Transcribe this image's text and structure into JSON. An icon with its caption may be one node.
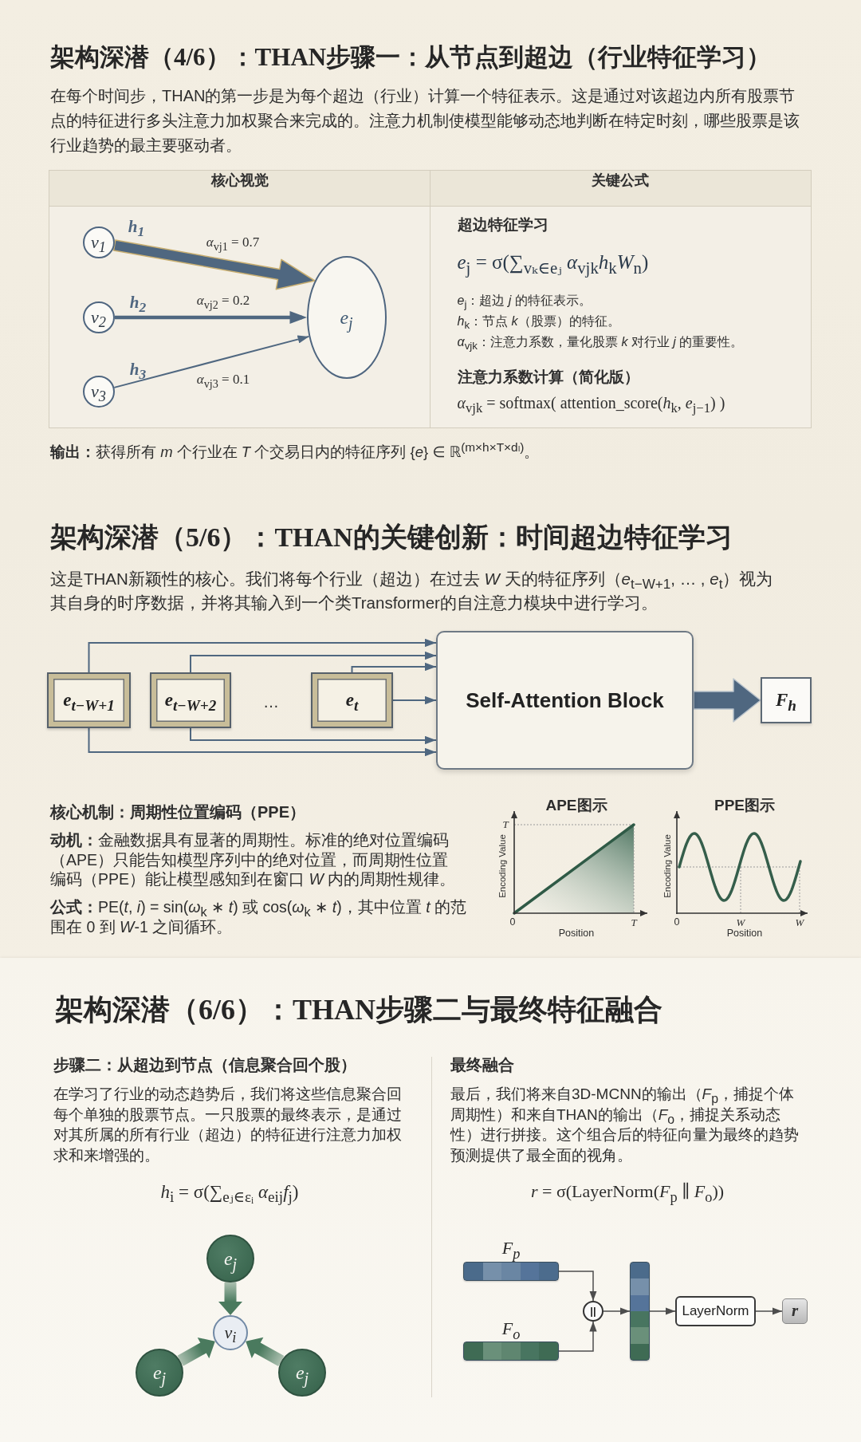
{
  "diagram": {
    "nodes": [
      {
        "text": [
          "核心视觉"
        ]
      },
      {
        "text": [
          "v$_{1}$"
        ],
        "in": 0,
        "beside": [
          "h$_{1}$"
        ]
      },
      {
        "text": [
          "v$_{2}$"
        ],
        "in": 0,
        "beside": [
          "h$_{2}$"
        ]
      },
      {
        "text": [
          "v$_{3}$"
        ],
        "in": 0,
        "beside": [
          "h$_{3}$"
        ]
      },
      {
        "text": [
          "e$_{j}$"
        ],
        "in": 0
      },
      {
        "text": [
          "关键公式",
          "超边特征学习",
          "*e*$_{j}$ = σ(∑$_{vₖ∈eⱼ}$ *α*$_{vjk}$*h*$_{k}$*W*$_{n}$)",
          "*e*$_{j}$：超边 *j* 的特征表示。",
          "*h*$_{k}$：节点 *k*（股票）的特征。",
          "*α*$_{vjk}$：注意力系数，量化股票 *k* 对行业 *j* 的重要性。",
          "注意力系数计算（简化版）",
          "*α*$_{vjk}$ = softmax( attention_score(*h*$_{k}$, *e*$_{j−1}$) )"
        ]
      },
      {
        "text": [
          "e$_{t−W+1}$"
        ]
      },
      {
        "text": [
          "e$_{t−W+2}$"
        ]
      },
      {
        "text": [
          "e$_{t}$"
        ]
      },
      {
        "text": [
          "Self-Attention Block"
        ]
      },
      {
        "text": [
          "F$_{h}$"
        ]
      },
      {
        "text": [
          "e$_{j}$"
        ]
      },
      {
        "text": [
          "v$_{i}$"
        ]
      },
      {
        "text": [
          "e$_{j}$"
        ]
      },
      {
        "text": [
          "e$_{j}$"
        ]
      },
      {
        "text": [],
        "shape": "bar",
        "beside": [
          "F$_{p}$"
        ]
      },
      {
        "text": [],
        "shape": "bar",
        "beside": [
          "F$_{o}$"
        ]
      },
      {
        "text": [
          "||"
        ]
      },
      {
        "text": [],
        "shape": "bar"
      },
      {
        "text": [
          "LayerNorm"
        ]
      },
      {
        "text": [
          "r"
        ]
      }
    ],
    "edges": [
      {
        "from": 1,
        "to": 4,
        "arrow": "to",
        "label": "*α*$_{vj1}$ = 0.7",
        "style": "thick"
      },
      {
        "from": 2,
        "to": 4,
        "arrow": "to",
        "label": "*α*$_{vj2}$ = 0.2"
      },
      {
        "from": 3,
        "to": 4,
        "arrow": "to",
        "label": "*α*$_{vj3}$ = 0.1"
      },
      {
        "from": 6,
        "to": 9,
        "arrow": "to"
      },
      {
        "from": 6,
        "to": 9,
        "arrow": "to"
      },
      {
        "from": 7,
        "to": 9,
        "arrow": "to"
      },
      {
        "from": 7,
        "to": 9,
        "arrow": "to"
      },
      {
        "from": 8,
        "to": 9,
        "arrow": "to"
      },
      {
        "from": 8,
        "to": 9,
        "arrow": "to"
      },
      {
        "from": 9,
        "to": 10,
        "arrow": "to",
        "style": "thick"
      },
      {
        "from": 11,
        "to": 12,
        "arrow": "to",
        "style": "thick",
        "color": "#4a7a5e"
      },
      {
        "from": 13,
        "to": 12,
        "arrow": "to",
        "style": "thick",
        "color": "#4a7a5e"
      },
      {
        "from": 14,
        "to": 12,
        "arrow": "to",
        "style": "thick",
        "color": "#4a7a5e"
      },
      {
        "from": 15,
        "to": 17,
        "arrow": "to",
        "color": "#4d4d4d"
      },
      {
        "from": 16,
        "to": 17,
        "arrow": "to",
        "color": "#4d4d4d"
      },
      {
        "from": 17,
        "to": 18,
        "arrow": "to",
        "color": "#4d4d4d"
      },
      {
        "from": 18,
        "to": 19,
        "arrow": "to",
        "color": "#4d4d4d"
      },
      {
        "from": 19,
        "to": 20,
        "arrow": "to",
        "color": "#4d4d4d"
      }
    ],
    "labels": [
      "架构深潜（4/6）：THAN步骤一：从节点到超边（行业特征学习）",
      "在每个时间步，THAN的第一步是为每个超边（行业）计算一个特征表示。这是通过对该超边内所有股票节点的特征进行多头注意力加权聚合来完成的。注意力机制使模型能够动态地判断在特定时刻，哪些股票是该行业趋势的最主要驱动者。",
      "**输出：**获得所有 *m* 个行业在 *T* 个交易日内的特征序列 {*e*} ∈ ℝ$^{(m×h×T×dₗ)}$。",
      "架构深潜（5/6）：THAN的关键创新：时间超边特征学习",
      "这是THAN新颖性的核心。我们将每个行业（超边）在过去 *W* 天的特征序列（*e*$_{t−W+1}$, … , *e*$_{t}$）视为其自身的时序数据，并将其输入到一个类Transformer的自注意力模块中进行学习。",
      "…",
      "核心机制：周期性位置编码（PPE）",
      "**动机：**金融数据具有显著的周期性。标准的绝对位置编码（APE）只能告知模型序列中的绝对位置，而周期性位置编码（PPE）能让模型感知到在窗口 *W* 内的周期性规律。",
      "**公式：**PE(*t*, *i*) = sin(*ω*$_{k}$ ∗ *t*) 或 cos(*ω*$_{k}$ ∗ *t*)，其中位置 *t* 的范围在 0 到 *W*-1 之间循环。",
      "APE图示",
      "Encoding Value",
      "T",
      "0",
      "T",
      "Position",
      "PPE图示",
      "Encoding Value",
      "0",
      "W",
      "W",
      "Position",
      "架构深潜（6/6）：THAN步骤二与最终特征融合",
      "步骤二：从超边到节点（信息聚合回个股）",
      "在学习了行业的动态趋势后，我们将这些信息聚合回每个单独的股票节点。一只股票的最终表示，是通过对其所属的所有行业（超边）的特征进行注意力加权求和来增强的。",
      "*h*$_{i}$ = σ(∑$_{eⱼ∈εᵢ}$ *α*$_{eij}$*f*$_{j}$)",
      "最终融合",
      "最后，我们将来自3D-MCNN的输出（*F*$_{p}$，捕捉个体周期性）和来自THAN的输出（*F*$_{o}$，捕捉关系动态性）进行拼接。这个组合后的特征向量为最终的趋势预测提供了最全面的视角。",
      "*r* = σ(LayerNorm(*F*$_{p}$ ∥ *F*$_{o}$))"
    ]
  }
}
